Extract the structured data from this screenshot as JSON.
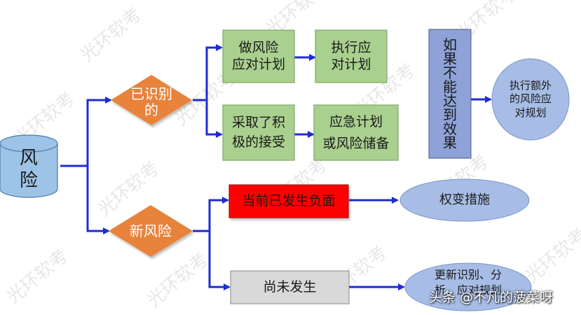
{
  "colors": {
    "arrow": "#1f2bd6",
    "box_green": "#a9d08e",
    "box_green_border": "#6e9c55",
    "diamond_orange": "#e8833a",
    "cylinder_blue": "#9dc3e6",
    "cylinder_border": "#4a7bb0",
    "box_red": "#ff0000",
    "box_gray": "#d9d9d9",
    "box_purple": "#8ea2d8",
    "ellipse_blue": "#a7bde6",
    "ellipse_border": "#7a94c8"
  },
  "nodes": {
    "risk": "风\n险",
    "identified": "已识别\n的",
    "new_risk": "新风险",
    "make_plan": "做风险\n应对计划",
    "execute_plan": "执行应\n对计划",
    "active_accept": "采取了积\n极的接受",
    "contingency": "应急计划\n或风险储备",
    "ineffective": "如\n果\n不\n能\n达\n到\n效\n果",
    "extra_plan": "执行额外\n的风险应\n对规划",
    "negative_occurred": "当前已发生负面",
    "workaround": "权变措施",
    "not_occurred": "尚未发生",
    "reidentify": "更新识别、分\n析、应对规划"
  },
  "watermark": "光环软考",
  "footer": "头条 @不凡的菠菜呀"
}
